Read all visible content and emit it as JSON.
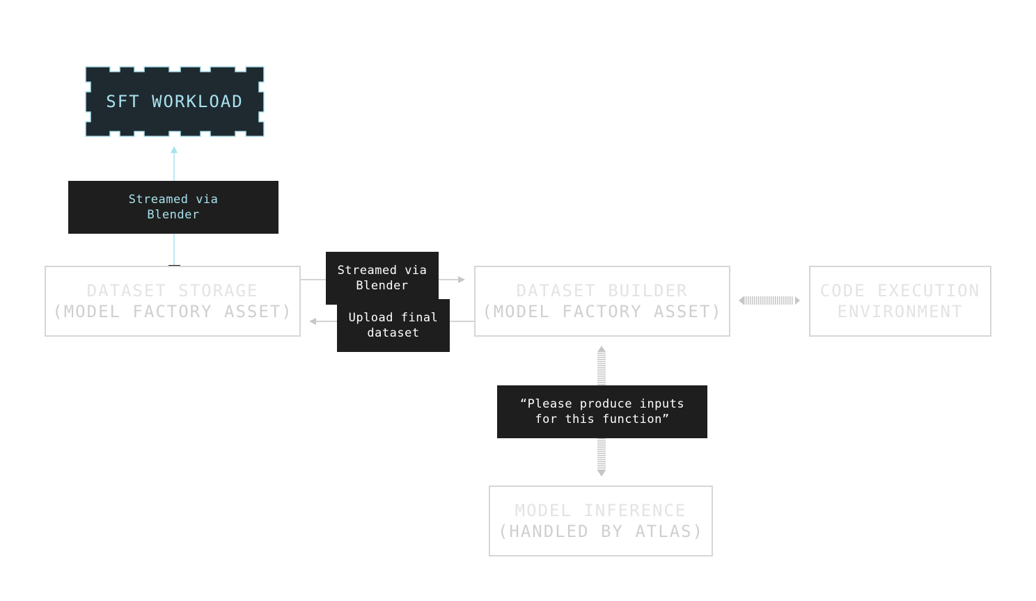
{
  "colors": {
    "accent_cyan": "#a8e2ee",
    "box_border": "#d6d6d6",
    "faded_text": "#e3e3e3",
    "label_bg": "#1e1e1e",
    "sft_bg": "#1f2a30",
    "arrow_grey": "#c6c6c6"
  },
  "nodes": {
    "sft_workload": "SFT WORKLOAD",
    "dataset_storage": [
      "DATASET STORAGE",
      "(MODEL FACTORY ASSET)"
    ],
    "dataset_builder": [
      "DATASET BUILDER",
      "(MODEL FACTORY ASSET)"
    ],
    "code_execution": [
      "CODE EXECUTION",
      "ENVIRONMENT"
    ],
    "model_inference": [
      "MODEL INFERENCE",
      "(HANDLED BY ATLAS)"
    ]
  },
  "edge_labels": {
    "storage_to_sft": [
      "Streamed via",
      "Blender"
    ],
    "storage_to_builder": [
      "Streamed via",
      "Blender"
    ],
    "builder_to_storage": [
      "Upload final",
      "dataset"
    ],
    "builder_inference": [
      "“Please produce inputs",
      "for this function”"
    ]
  }
}
